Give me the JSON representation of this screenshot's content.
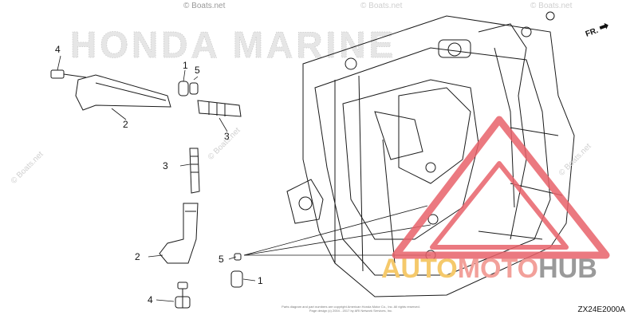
{
  "diagram": {
    "callouts": [
      {
        "num": "4",
        "part": "bolt-upper"
      },
      {
        "num": "1",
        "part": "o-ring-upper"
      },
      {
        "num": "5",
        "part": "washer-upper"
      },
      {
        "num": "2",
        "part": "ignition-coil-upper"
      },
      {
        "num": "3",
        "part": "spark-plug-upper"
      },
      {
        "num": "3",
        "part": "spark-plug-lower"
      },
      {
        "num": "2",
        "part": "ignition-coil-lower"
      },
      {
        "num": "5",
        "part": "washer-lower"
      },
      {
        "num": "1",
        "part": "o-ring-lower"
      },
      {
        "num": "4",
        "part": "bolt-lower"
      }
    ],
    "diagram_code": "ZX24E2000A",
    "front_marker": "FR.",
    "copyright_lines": [
      "Parts diagram and part numbers are copyright American Honda Motor Co., Inc. All rights reserved.",
      "Page design (c) 2004 - 2017 by ARI Network Services, Inc."
    ]
  },
  "watermarks": {
    "brand_text": "HONDA MARINE",
    "site_text": "© Boats.net",
    "logo": {
      "part1": "AUTO",
      "part2": "MOTO",
      "part3": "HUB"
    }
  },
  "colors": {
    "line": "#1a1a1a",
    "brand_fill": "#e6e6e6",
    "triangle": "#e8626a",
    "logo_yellow": "#f5c96b",
    "logo_red": "#f2a09a",
    "logo_grey": "#9a9a9a"
  }
}
